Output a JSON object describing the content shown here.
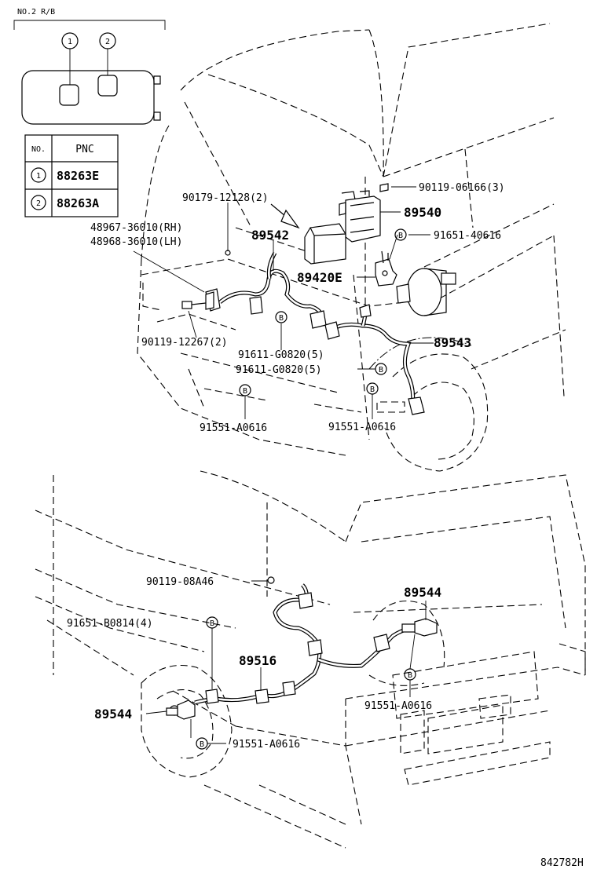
{
  "header": {
    "relay_block_label": "NO.2 R/B"
  },
  "relay_block": {
    "slots": [
      "1",
      "2"
    ]
  },
  "table": {
    "headers": [
      "NO.",
      "PNC"
    ],
    "rows": [
      {
        "no": "1",
        "pnc": "88263E"
      },
      {
        "no": "2",
        "pnc": "88263A"
      }
    ]
  },
  "bolt_symbol": "B",
  "labels": {
    "l_90179": "90179-12128(2)",
    "l_48967": "48967-36010(RH)",
    "l_48968": "48968-36010(LH)",
    "l_89542": "89542",
    "l_90119_06166": "90119-06166(3)",
    "l_89540": "89540",
    "l_91651_40616": "91651-40616",
    "l_89420e": "89420E",
    "l_89543": "89543",
    "l_90119_12267": "90119-12267(2)",
    "l_91611_a": "91611-G0820(5)",
    "l_91611_b": "91611-G0820(5)",
    "l_91551_f1": "91551-A0616",
    "l_91551_f2": "91551-A0616",
    "l_90119_08a46": "90119-08A46",
    "l_89544_r": "89544",
    "l_91651_b0814": "91651-B0814(4)",
    "l_89516": "89516",
    "l_91551_r1": "91551-A0616",
    "l_89544_l": "89544",
    "l_91551_r2": "91551-A0616"
  },
  "footer": {
    "figure_code": "842782H"
  }
}
